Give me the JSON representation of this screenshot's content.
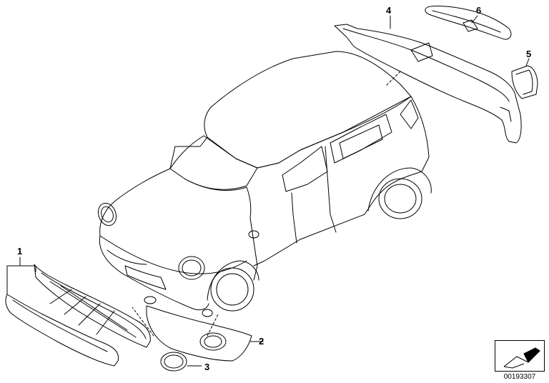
{
  "diagram": {
    "callouts": {
      "c1": "1",
      "c2": "2",
      "c3": "3",
      "c4": "4",
      "c5": "5",
      "c6": "6"
    },
    "reference_number": "00193307",
    "reference_icon": "arrow-icon"
  }
}
